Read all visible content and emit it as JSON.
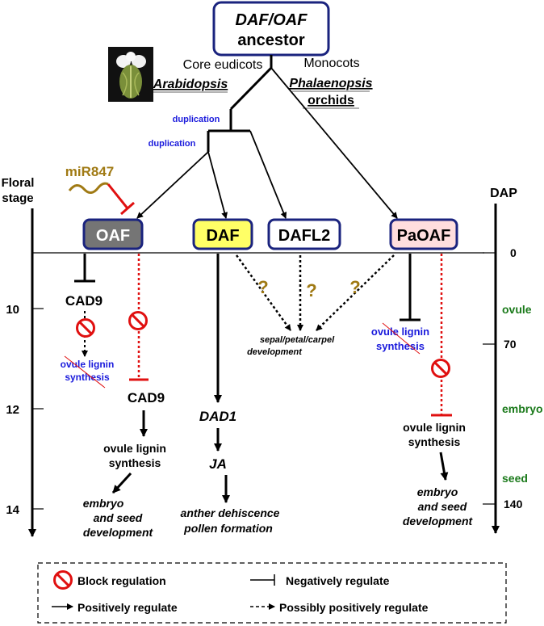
{
  "ancestor": {
    "line1": "DAF/OAF",
    "line2": "ancestor"
  },
  "lineages": {
    "eudicots": {
      "clade": "Core eudicots",
      "genus": "Arabidopsis"
    },
    "monocots": {
      "clade": "Monocots",
      "genus1": "Phalaenopsis",
      "genus2": "orchids"
    }
  },
  "duplication_1": "duplication",
  "duplication_2": "duplication",
  "mirna": "miR847",
  "genes": {
    "oaf": "OAF",
    "daf": "DAF",
    "dafl2": "DAFL2",
    "paoaf": "PaOAF"
  },
  "left_axis": {
    "title_1": "Floral",
    "title_2": "stage",
    "ticks": [
      "10",
      "12",
      "14"
    ]
  },
  "right_axis": {
    "title": "DAP",
    "ticks": [
      "0",
      "70",
      "140"
    ],
    "stages": {
      "ovule": "ovule",
      "embryo": "embryo",
      "seed": "seed"
    }
  },
  "oaf_path": {
    "cad9_top": "CAD9",
    "lignin_blocked_1": "ovule lignin",
    "lignin_blocked_2": "synthesis",
    "cad9_mid": "CAD9",
    "lignin_1": "ovule lignin",
    "lignin_2": "synthesis",
    "outcome_1": "embryo",
    "outcome_2": "and seed",
    "outcome_3": "development"
  },
  "daf_path": {
    "dad1": "DAD1",
    "ja": "JA",
    "outcome_1": "anther dehiscence",
    "outcome_2": "pollen formation"
  },
  "floral": {
    "q": "?",
    "label_1": "sepal/petal/carpel",
    "label_2": "development"
  },
  "paoaf_path": {
    "lignin_blocked_1": "ovule lignin",
    "lignin_blocked_2": "synthesis",
    "lignin_1": "ovule lignin",
    "lignin_2": "synthesis",
    "outcome_1": "embryo",
    "outcome_2": "and seed",
    "outcome_3": "development"
  },
  "legend": {
    "block": "Block regulation",
    "negative": "Negatively regulate",
    "positive": "Positively regulate",
    "possible": "Possibly positively regulate"
  },
  "colors": {
    "box_border": "#1a237e",
    "oaf_fill": "#757575",
    "daf_fill": "#ffff66",
    "paoaf_fill": "#ffdede",
    "blue_text": "#1a1adc",
    "green_text": "#1b7a1b",
    "gold": "#a07a14",
    "red": "#e01010"
  }
}
